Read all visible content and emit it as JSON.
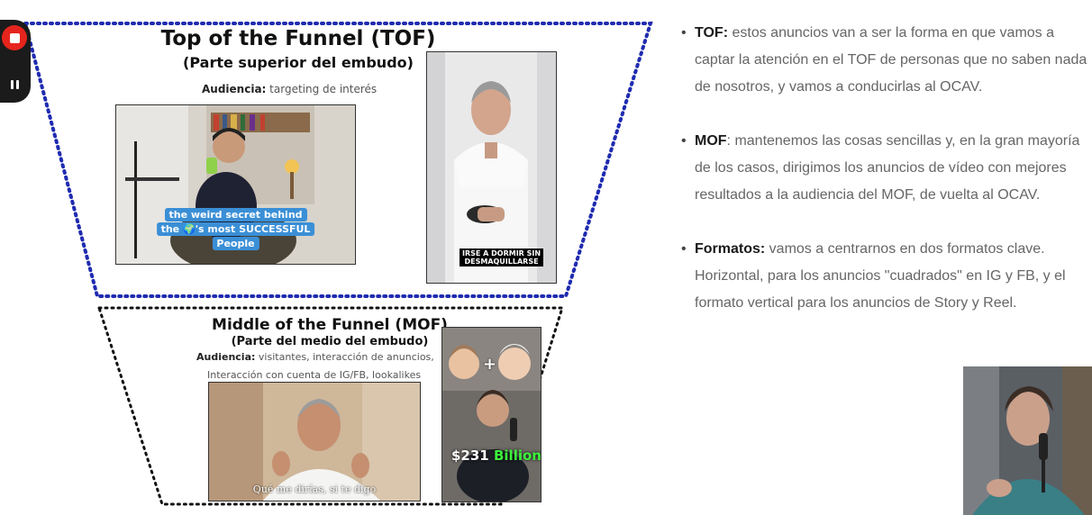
{
  "recorder": {
    "stop_icon": "stop-icon",
    "pause_icon": "pause-icon",
    "accent": "#e5251d"
  },
  "tof": {
    "title": "Top of the Funnel (TOF)",
    "subtitle": "(Parte superior del embudo)",
    "audience_label": "Audiencia:",
    "audience_value": "targeting de interés",
    "video1_caption_line1": "the weird secret behind",
    "video1_caption_line2a": "the",
    "video1_caption_line2b": "'s most SUCCESSFUL",
    "video1_caption_line3": "People",
    "video2_caption_line1": "IRSE A DORMIR SIN",
    "video2_caption_line2": "DESMAQUILLARSE"
  },
  "mof": {
    "title": "Middle of the Funnel (MOF)",
    "subtitle": "(Parte del medio del embudo)",
    "audience_label": "Audiencia:",
    "audience_value": "visitantes, interacción de anuncios,",
    "audience_value2": "Interacción con cuenta de IG/FB, lookalikes",
    "video1_subtitle": "Qué me dirías, si te digo",
    "video2_amount": "$231",
    "video2_word": "Billion",
    "video2_plus": "+"
  },
  "bullets": [
    {
      "label": "TOF:",
      "text": " estos anuncios van a ser la forma en que vamos a captar la atención en el TOF de personas que no saben nada de nosotros, y vamos a conducirlas al OCAV."
    },
    {
      "label": "MOF",
      "text": ": mantenemos las cosas sencillas y, en la gran mayoría de los casos, dirigimos los anuncios de vídeo con mejores resultados a la audiencia del MOF, de vuelta al OCAV."
    },
    {
      "label": "Formatos:",
      "text": " vamos a centrarnos en dos formatos clave. Horizontal, para los anuncios \"cuadrados\" en IG y FB, y el formato vertical para los anuncios de Story y Reel."
    }
  ],
  "bullet_symbol": "•",
  "colors": {
    "funnel_top": "#1f2bb0",
    "funnel_mid": "#111111",
    "caption_blue": "#3a8fd6",
    "billion_green": "#3cf23c"
  }
}
